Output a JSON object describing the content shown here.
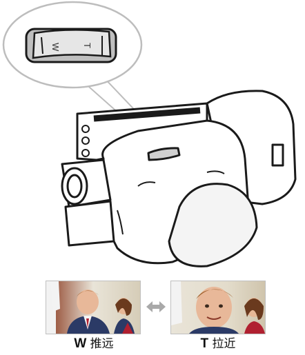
{
  "zoom": {
    "wide": {
      "letter": "W",
      "label": "推远"
    },
    "tele": {
      "letter": "T",
      "label": "拉近"
    }
  },
  "lever": {
    "left_mark": "W",
    "right_mark": "T"
  },
  "icons": [
    "zoom-lever-callout",
    "camcorder-illustration",
    "double-arrow-icon"
  ]
}
